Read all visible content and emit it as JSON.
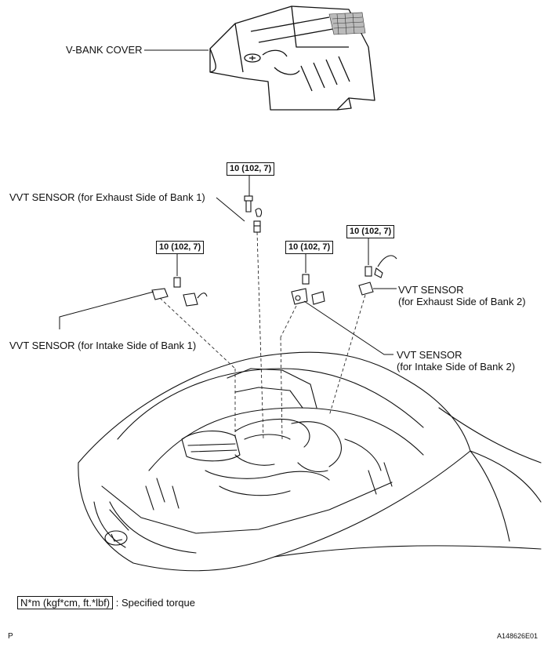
{
  "labels": {
    "vbank_cover": "V-BANK COVER",
    "vvt_exhaust_bank1": "VVT SENSOR (for Exhaust Side of Bank 1)",
    "vvt_intake_bank1": "VVT SENSOR (for Intake Side of Bank 1)",
    "vvt_exhaust_bank2_line1": "VVT SENSOR",
    "vvt_exhaust_bank2_line2": "(for Exhaust Side of Bank 2)",
    "vvt_intake_bank2_line1": "VVT SENSOR",
    "vvt_intake_bank2_line2": "(for Intake Side of Bank 2)"
  },
  "torque": {
    "exhaust_bank1": "10 (102, 7)",
    "intake_bank1": "10 (102, 7)",
    "intake_bank2": "10 (102, 7)",
    "exhaust_bank2": "10 (102, 7)"
  },
  "legend": {
    "unit": "N*m (kgf*cm, ft.*lbf)",
    "text": ": Specified torque"
  },
  "footer": {
    "left_code": "P",
    "figure_id": "A148626E01"
  }
}
